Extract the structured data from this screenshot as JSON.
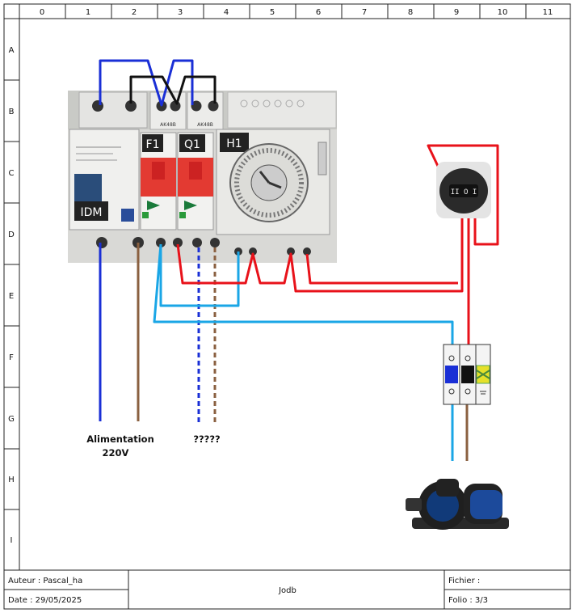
{
  "grid": {
    "columns": [
      "0",
      "1",
      "2",
      "3",
      "4",
      "5",
      "6",
      "7",
      "8",
      "9",
      "10",
      "11"
    ],
    "rows": [
      "A",
      "B",
      "C",
      "D",
      "E",
      "F",
      "G",
      "H",
      "I"
    ]
  },
  "devices": {
    "idm": "IDM",
    "f1": "F1",
    "q1": "Q1",
    "h1": "H1",
    "relay_tag": "AK48B",
    "switch_marks": "II O I"
  },
  "labels": {
    "supply_line1": "Alimentation",
    "supply_line2": "220V",
    "unknown": "?????"
  },
  "title_block": {
    "author": "Auteur : Pascal_ha",
    "date": "Date : 29/05/2025",
    "title": "Jodb",
    "file": "Fichier :",
    "folio": "Folio : 3/3"
  },
  "wire_colors": {
    "neutral": "#1a2fd6",
    "phase_black": "#111111",
    "live_red": "#e8121a",
    "sky_blue": "#1aa6e6",
    "brown": "#8a6040"
  }
}
